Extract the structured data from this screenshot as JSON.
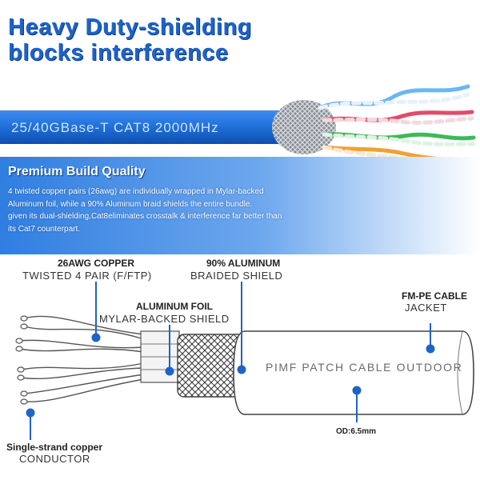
{
  "headline": {
    "line1": "Heavy Duty-shielding",
    "line2": "blocks  interference"
  },
  "cable_print_top": "25/40GBase-T  CAT8  2000MHz",
  "quality": {
    "title": "Premium Build Quality",
    "body": [
      "4 twisted copper pairs (26awg) are individually wrapped in Mylar-backed Aluminum foil, while a 90% Aluminum braid shields the entire bundle.",
      "given its dual-shielding,Cat8eliminates crosstalk & interference far better than its Cat7 counterpart."
    ]
  },
  "diagram": {
    "labels": {
      "copper_title": "26AWG COPPER",
      "copper_sub": "TWISTED 4 PAIR (F/FTP)",
      "braid_title": "90% ALUMINUM",
      "braid_sub": "BRAIDED SHIELD",
      "foil_title": "ALUMINUM FOIL",
      "foil_sub": "MYLAR-BACKED SHIELD",
      "jacket_title": "FM-PE CABLE",
      "jacket_sub": "JACKET",
      "conductor_title": "Single-strand copper",
      "conductor_sub": "CONDUCTOR",
      "od": "OD:6.5mm"
    },
    "jacket_print": "PIMF  PATCH  CABLE  OUTDOOR"
  },
  "colors": {
    "brand_blue": "#1f63c8",
    "cable_blue": "#1e6fd9",
    "panel_blue": "#2f7ee0",
    "callout_blue": "#1f63c8"
  }
}
